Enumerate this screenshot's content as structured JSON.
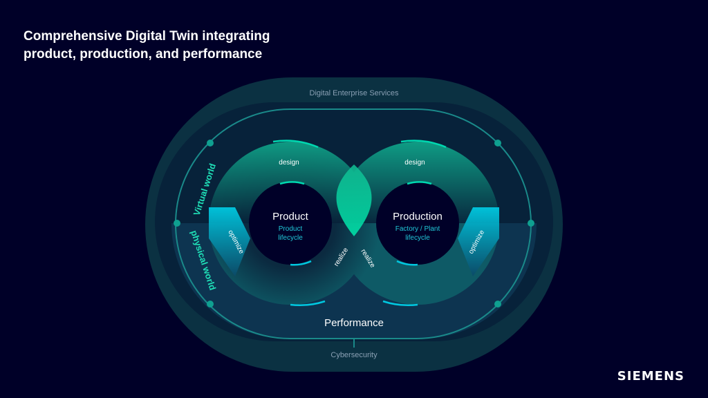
{
  "slide": {
    "title_line1": "Comprehensive Digital Twin integrating",
    "title_line2": "product, production, and performance",
    "logo": "SIEMENS"
  },
  "diagram": {
    "outer_label": "Digital Enterprise Services",
    "bottom_label": "Cybersecurity",
    "performance": "Performance",
    "virtual_world": "Virtual world",
    "physical_world": "physical world",
    "product": {
      "title": "Product",
      "subtitle_line1": "Product",
      "subtitle_line2": "lifecycle",
      "design": "design",
      "optimize": "optimize",
      "realize": "realize"
    },
    "production": {
      "title": "Production",
      "subtitle_line1": "Factory / Plant",
      "subtitle_line2": "lifecycle",
      "design": "design",
      "optimize": "optimize",
      "realize": "realize"
    }
  },
  "colors": {
    "background": "#000028",
    "teal_dark": "#0a3a4a",
    "accent_green": "#00c8a0",
    "accent_cyan": "#00b8d8"
  }
}
